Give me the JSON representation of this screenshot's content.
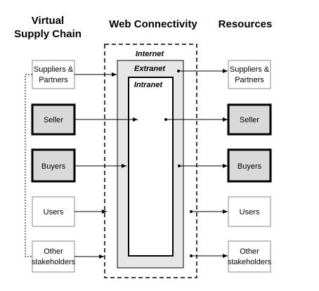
{
  "headers": {
    "left_line1": "Virtual",
    "left_line2": "Supply Chain",
    "middle": "Web Connectivity",
    "right": "Resources"
  },
  "layers": {
    "internet": "Internet",
    "extranet": "Extranet",
    "intranet": "Intranet"
  },
  "left_boxes": [
    {
      "lines": [
        "Suppliers &",
        "Partners"
      ],
      "style": "thin"
    },
    {
      "lines": [
        "Seller"
      ],
      "style": "thick"
    },
    {
      "lines": [
        "Buyers"
      ],
      "style": "thick"
    },
    {
      "lines": [
        "Users"
      ],
      "style": "thin"
    },
    {
      "lines": [
        "Other",
        "stakeholders"
      ],
      "style": "thin"
    }
  ],
  "right_boxes": [
    {
      "lines": [
        "Suppliers &",
        "Partners"
      ],
      "style": "thin"
    },
    {
      "lines": [
        "Seller"
      ],
      "style": "thick"
    },
    {
      "lines": [
        "Buyers"
      ],
      "style": "thick"
    },
    {
      "lines": [
        "Users"
      ],
      "style": "thin"
    },
    {
      "lines": [
        "Other",
        "stakeholders"
      ],
      "style": "thin"
    }
  ],
  "colors": {
    "outline": "#000000",
    "thin_border": "#8a8a8a",
    "thick_fill": "#d9d9d9",
    "extranet_fill": "#e6e6e6"
  }
}
